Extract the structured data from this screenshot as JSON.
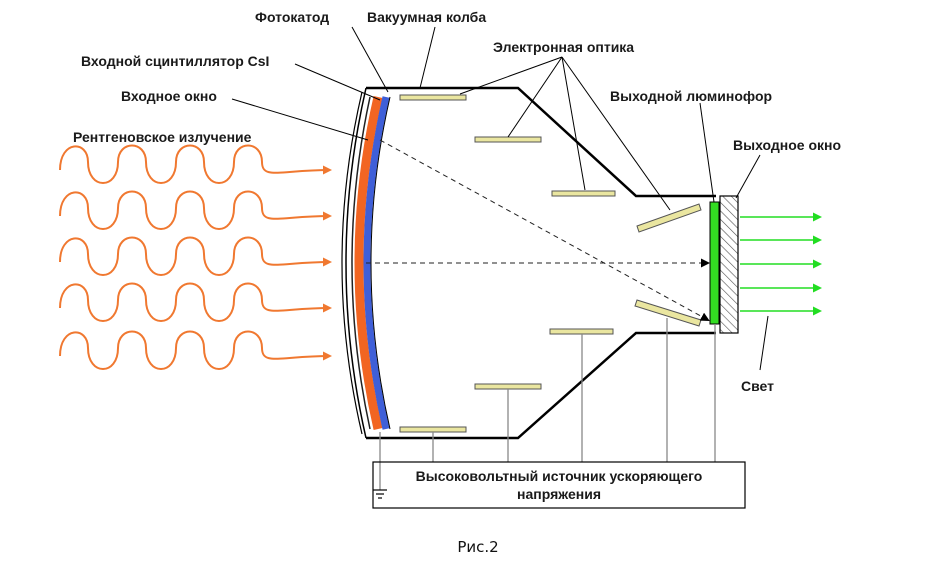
{
  "labels": {
    "photocathode": "Фотокатод",
    "vacuum_flask": "Вакуумная колба",
    "electron_optics": "Электронная оптика",
    "input_scintillator": "Входной сцинтиллятор CsI",
    "input_window": "Входное окно",
    "xray": "Рентгеновское излучение",
    "output_phosphor": "Выходной люминофор",
    "output_window": "Выходное окно",
    "light": "Свет",
    "hv_line1": "Высоковольтный источник ускоряющего",
    "hv_line2": "напряжения"
  },
  "caption": "Рис.2",
  "colors": {
    "xray_wave": "#f07830",
    "scintillator": "#f26522",
    "photocathode": "#3f5fd8",
    "electrode": "#eae6a0",
    "phosphor": "#33dd22",
    "light_arrow": "#22dd22",
    "outline": "#000000"
  }
}
